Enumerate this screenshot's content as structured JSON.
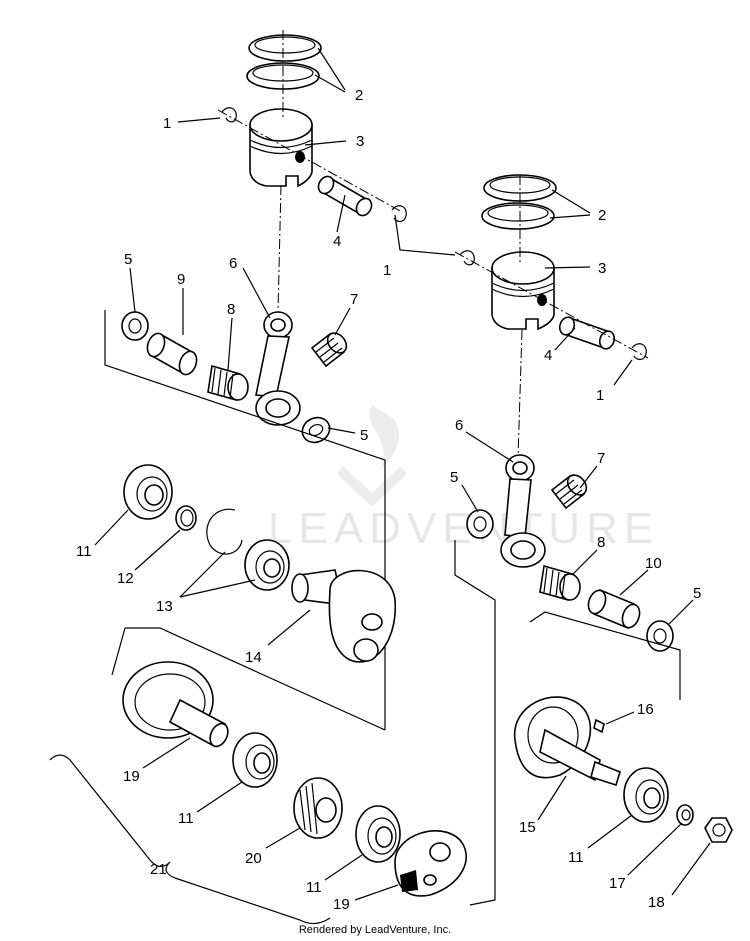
{
  "diagram": {
    "watermark": "LEADVENTURE",
    "footer": "Rendered by LeadVenture, Inc.",
    "callouts": [
      {
        "id": "c1a",
        "text": "1"
      },
      {
        "id": "c2a",
        "text": "2"
      },
      {
        "id": "c3a",
        "text": "3"
      },
      {
        "id": "c4a",
        "text": "4"
      },
      {
        "id": "c1b",
        "text": "1"
      },
      {
        "id": "c2b",
        "text": "2"
      },
      {
        "id": "c3b",
        "text": "3"
      },
      {
        "id": "c4b",
        "text": "4"
      },
      {
        "id": "c1c",
        "text": "1"
      },
      {
        "id": "c5a",
        "text": "5"
      },
      {
        "id": "c9",
        "text": "9"
      },
      {
        "id": "c6a",
        "text": "6"
      },
      {
        "id": "c8a",
        "text": "8"
      },
      {
        "id": "c7a",
        "text": "7"
      },
      {
        "id": "c5b",
        "text": "5"
      },
      {
        "id": "c6b",
        "text": "6"
      },
      {
        "id": "c7b",
        "text": "7"
      },
      {
        "id": "c5c",
        "text": "5"
      },
      {
        "id": "c8b",
        "text": "8"
      },
      {
        "id": "c10",
        "text": "10"
      },
      {
        "id": "c5d",
        "text": "5"
      },
      {
        "id": "c11a",
        "text": "11"
      },
      {
        "id": "c12",
        "text": "12"
      },
      {
        "id": "c13",
        "text": "13"
      },
      {
        "id": "c14",
        "text": "14"
      },
      {
        "id": "c16",
        "text": "16"
      },
      {
        "id": "c19a",
        "text": "19"
      },
      {
        "id": "c11b",
        "text": "11"
      },
      {
        "id": "c15",
        "text": "15"
      },
      {
        "id": "c11c",
        "text": "11"
      },
      {
        "id": "c20",
        "text": "20"
      },
      {
        "id": "c21",
        "text": "21"
      },
      {
        "id": "c11d",
        "text": "11"
      },
      {
        "id": "c17",
        "text": "17"
      },
      {
        "id": "c19b",
        "text": "19"
      },
      {
        "id": "c18",
        "text": "18"
      }
    ]
  }
}
